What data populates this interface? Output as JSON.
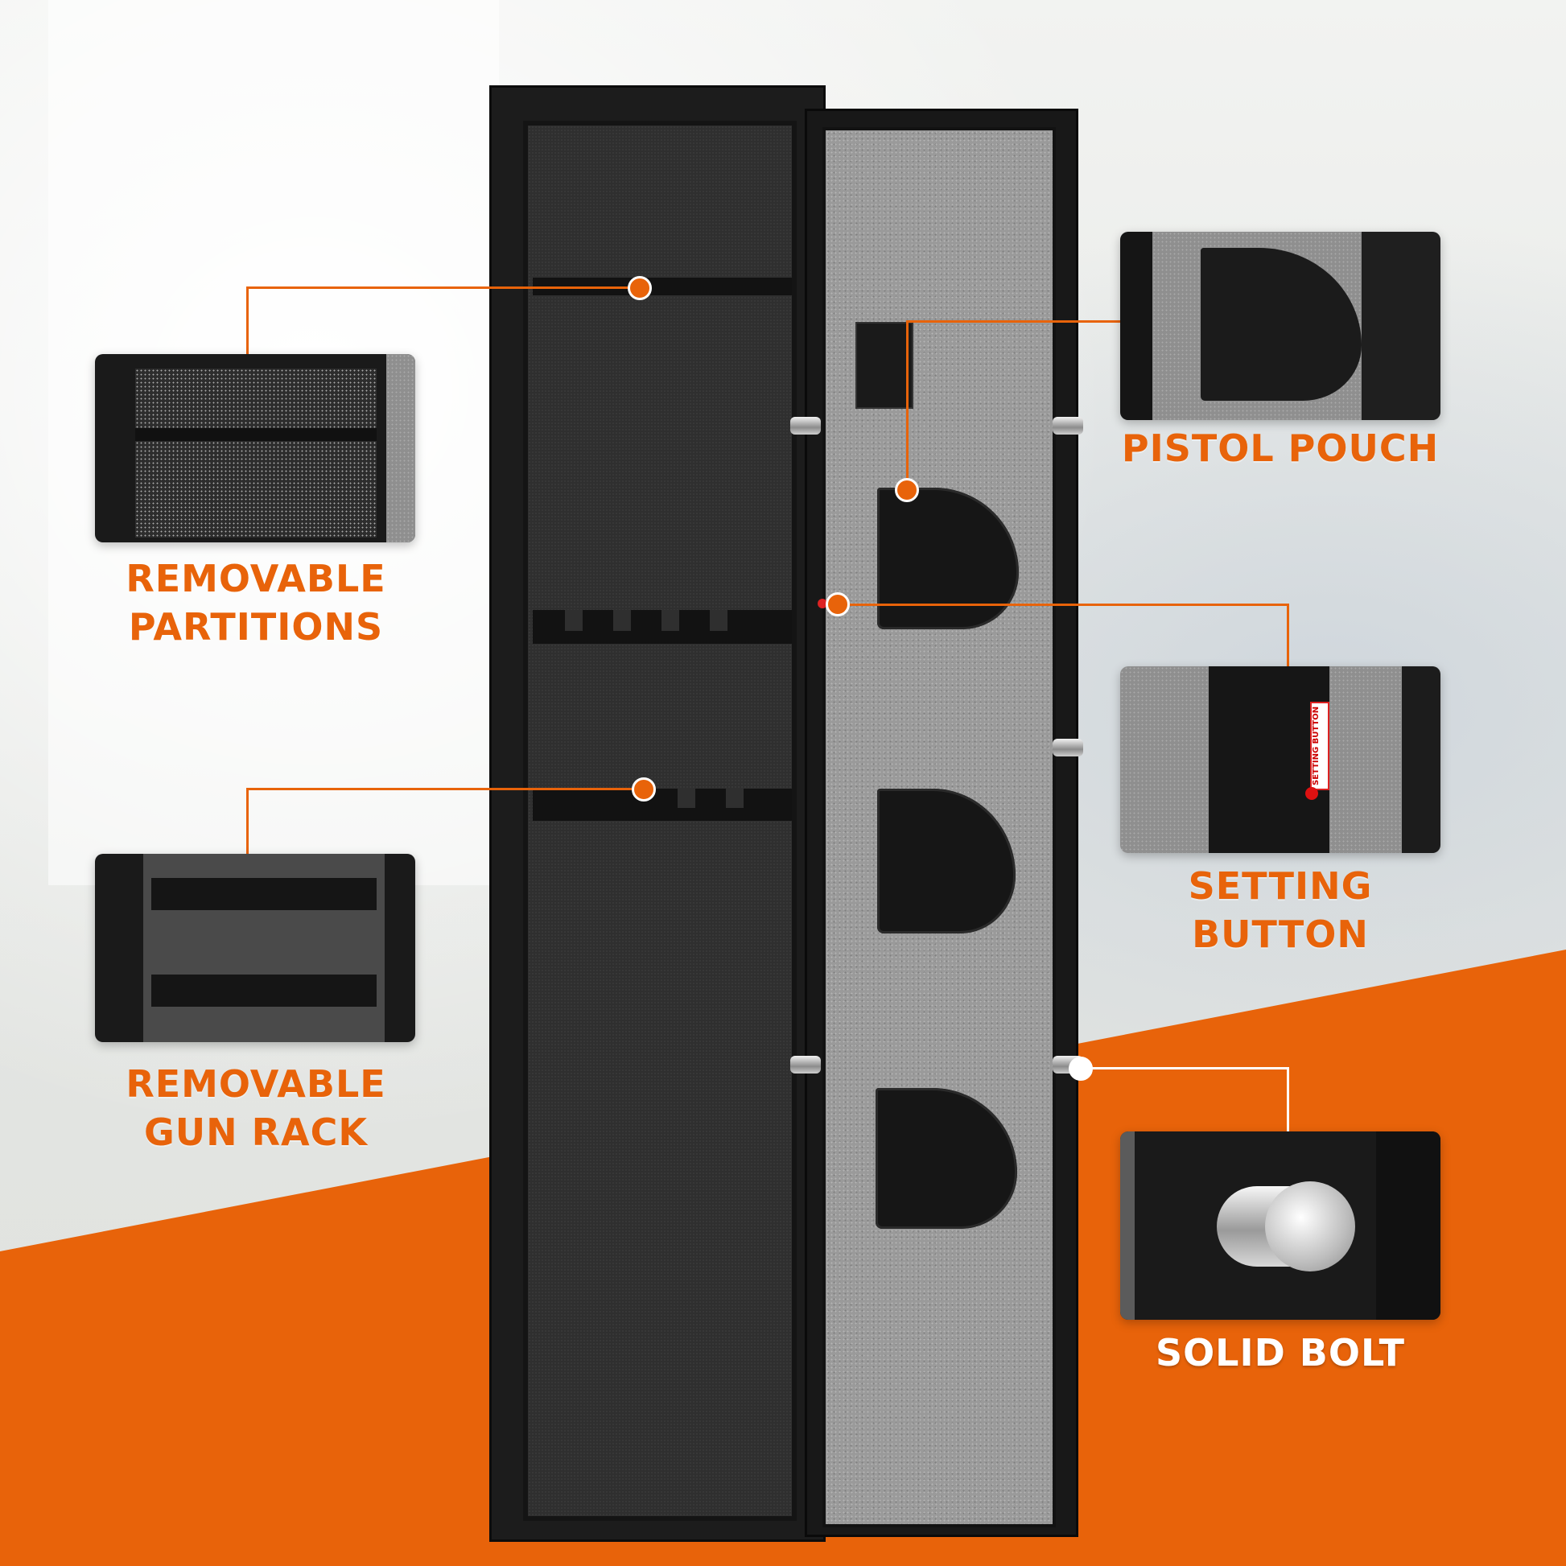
{
  "labels": {
    "removable_partitions": [
      "REMOVABLE",
      "PARTITIONS"
    ],
    "removable_gun_rack": [
      "REMOVABLE",
      "GUN RACK"
    ],
    "pistol_pouch": "PISTOL POUCH",
    "setting_button": "SETTING BUTTON",
    "solid_bolt": "SOLID BOLT"
  },
  "inset_texts": {
    "setting_button_sticker": "SETTING BUTTON"
  },
  "colors": {
    "accent": "#e8630a",
    "safe_body": "#1c1c1c",
    "felt": "#9a9a9a",
    "white": "#ffffff"
  }
}
